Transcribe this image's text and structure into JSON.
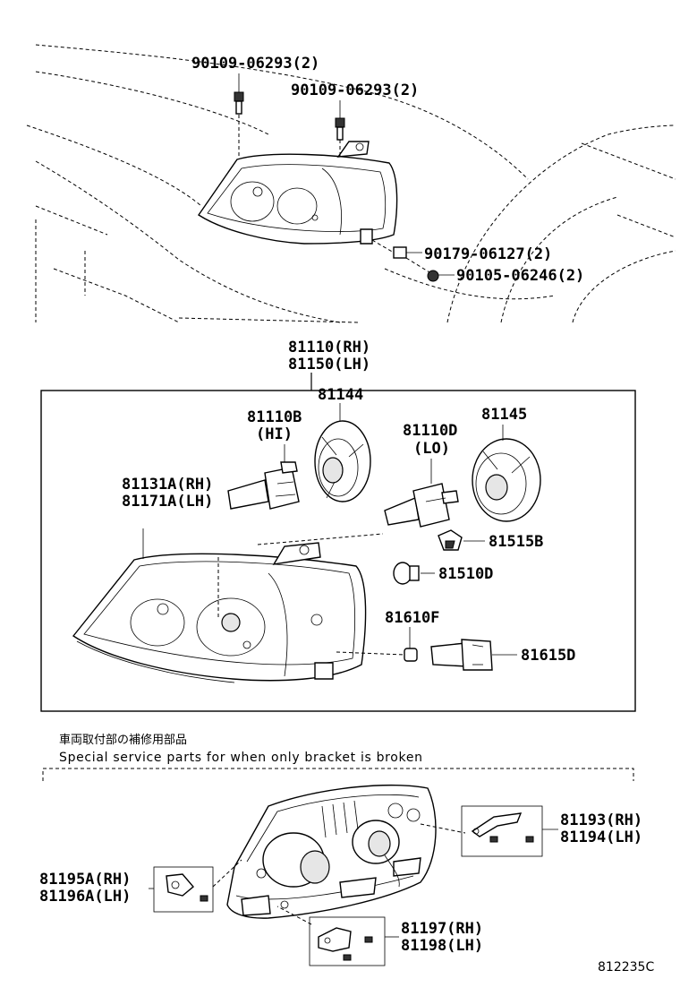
{
  "top_labels": {
    "bolt_left": "90109-06293(2)",
    "bolt_right": "90109-06293(2)",
    "nut": "90179-06127(2)",
    "screw": "90105-06246(2)"
  },
  "assembly_labels": {
    "rh": "81110(RH)",
    "lh": "81150(LH)"
  },
  "exploded_labels": {
    "cover_hi": "81144",
    "bulb_hi": "81110B",
    "bulb_hi_note": "(HI)",
    "cover_lo": "81145",
    "bulb_lo": "81110D",
    "bulb_lo_note": "(LO)",
    "unit_rh": "81131A(RH)",
    "unit_lh": "81171A(LH)",
    "socket_small": "81515B",
    "bulb_small": "81510D",
    "bulb_wedge": "81610F",
    "socket_wedge": "81615D"
  },
  "service_note": {
    "japanese": "車両取付部の補修用部品",
    "english": "Special service parts for when only bracket is broken"
  },
  "bracket_labels": {
    "upper_rh": "81193(RH)",
    "upper_lh": "81194(LH)",
    "side_rh": "81195A(RH)",
    "side_lh": "81196A(LH)",
    "lower_rh": "81197(RH)",
    "lower_lh": "81198(LH)"
  },
  "diagram_code": "812235C"
}
